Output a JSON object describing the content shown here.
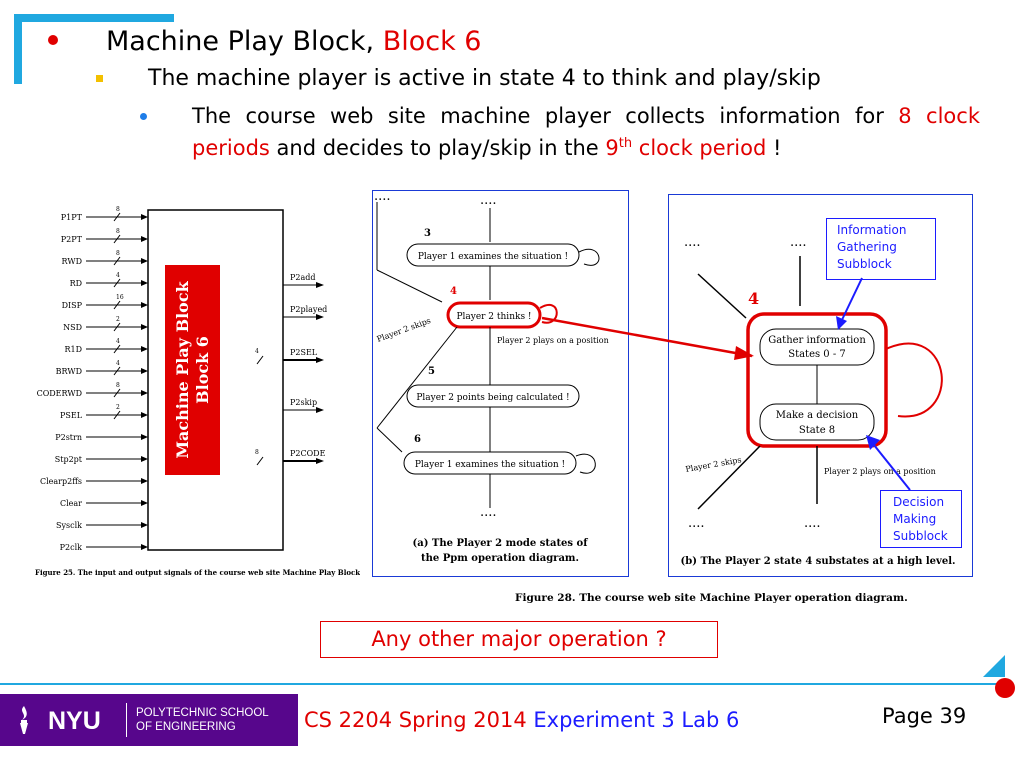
{
  "bullets": {
    "b1_main": "Machine Play Block,",
    "b1_red": "Block 6",
    "b2": "The machine player is active in state 4 to think and play/skip",
    "b3_a": "The course web site machine player collects information for ",
    "b3_red1": "8 clock periods",
    "b3_b": " and decides to play/skip in the ",
    "b3_red2": "9",
    "b3_sup": "th",
    "b3_red3": " clock period",
    "b3_c": " !"
  },
  "block": {
    "title1": "Machine Play Block",
    "title2": "Block 6",
    "inputs": [
      "P1PT",
      "P2PT",
      "RWD",
      "RD",
      "DISP",
      "NSD",
      "R1D",
      "BRWD",
      "CODERWD",
      "PSEL",
      "P2strn",
      "Stp2pt",
      "Clearp2ffs",
      "Clear",
      "Sysclk",
      "P2clk"
    ],
    "input_widths": [
      "8",
      "8",
      "8",
      "4",
      "16",
      "2",
      "4",
      "4",
      "8",
      "2",
      "",
      "",
      "",
      "",
      "",
      ""
    ],
    "outputs": [
      "P2add",
      "P2played",
      "P2SEL",
      "P2skip",
      "P2CODE"
    ],
    "output_widths": [
      "",
      "",
      "4",
      "",
      "8"
    ],
    "caption": "Figure 25. The input and output signals of the course web site Machine Play Block."
  },
  "diagram_a": {
    "dots_top": "....",
    "state3": "3",
    "box3": "Player 1 examines the situation !",
    "state4": "4",
    "box4": "Player 2 thinks !",
    "skip_label": "Player 2 skips",
    "play_label": "Player 2 plays on a position",
    "state5": "5",
    "box5": "Player 2 points being calculated !",
    "state6": "6",
    "box6": "Player 1 examines the situation !",
    "dots_bottom": "....",
    "caption1": "(a) The Player 2 mode states of",
    "caption2": "the Ppm operation diagram."
  },
  "diagram_b": {
    "dots": "....",
    "state4": "4",
    "gather1": "Gather information",
    "gather2": "States 0 - 7",
    "decide1": "Make a decision",
    "decide2": "State 8",
    "skip_label": "Player 2 skips",
    "play_label": "Player 2 plays on a position",
    "caption": "(b) The Player 2 state 4 substates at a high level."
  },
  "callouts": {
    "info": [
      "Information",
      "Gathering",
      "Subblock"
    ],
    "decision": [
      "Decision",
      "Making",
      "Subblock"
    ]
  },
  "figure_caption": "Figure 28. The course web site Machine Player operation diagram.",
  "question": "Any other major operation ?",
  "logo": {
    "nyu": "NYU",
    "school1": "POLYTECHNIC SCHOOL",
    "school2": "OF ENGINEERING"
  },
  "footer": {
    "course": "CS 2204 Spring 2014",
    "lab": "Experiment 3 Lab 6"
  },
  "page_label": "Page 39",
  "colors": {
    "accent_red": "#e00000",
    "accent_blue": "#1c1cff",
    "nyu_purple": "#57068c",
    "line_blue": "#20a8e0"
  }
}
